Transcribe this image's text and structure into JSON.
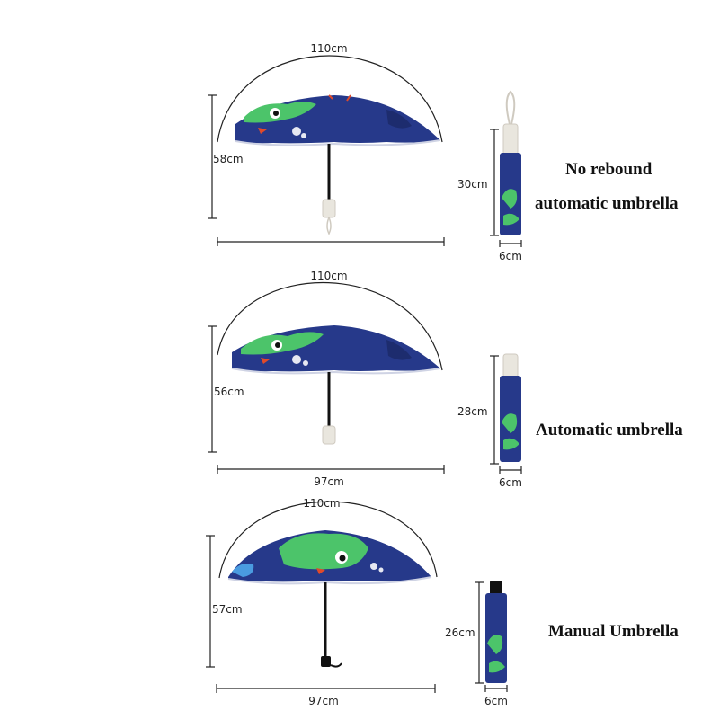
{
  "variants": [
    {
      "name": "no-rebound",
      "title_lines": [
        "No rebound",
        "automatic umbrella"
      ],
      "open": {
        "arc": "110cm",
        "height": "58cm",
        "width": ""
      },
      "folded": {
        "length": "30cm",
        "diameter": "6cm",
        "cap_color": "#e9e6de",
        "has_strap": true
      }
    },
    {
      "name": "automatic",
      "title_lines": [
        "Automatic umbrella"
      ],
      "open": {
        "arc": "110cm",
        "height": "56cm",
        "width": "97cm"
      },
      "folded": {
        "length": "28cm",
        "diameter": "6cm",
        "cap_color": "#e9e6de",
        "has_strap": false
      }
    },
    {
      "name": "manual",
      "title_lines": [
        "Manual Umbrella"
      ],
      "open": {
        "arc": "110cm",
        "height": "57cm",
        "width": "97cm"
      },
      "folded": {
        "length": "26cm",
        "diameter": "6cm",
        "cap_color": "#111111",
        "has_strap": false
      }
    }
  ],
  "colors": {
    "canopy": "#26398a",
    "canopy_dark": "#1d2c6e",
    "dino": "#4cc46a",
    "dino_dark": "#2f9c4c",
    "accent_red": "#e04a2a",
    "handle_light": "#e9e6de",
    "handle_dark": "#111111"
  }
}
